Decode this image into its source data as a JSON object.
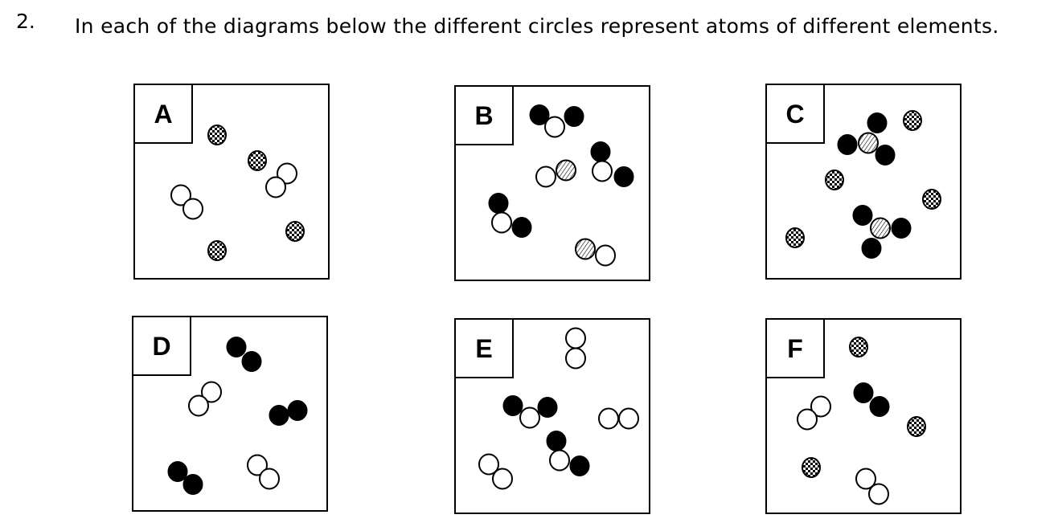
{
  "question": {
    "number": "2.",
    "text": "In each of the diagrams below the different circles represent atoms of different elements."
  },
  "atom_kinds": [
    "white",
    "black",
    "checkered",
    "hatched"
  ],
  "panels": [
    {
      "label": "A",
      "atoms": [
        "checkered",
        "checkered",
        "checkered",
        "checkered",
        "white",
        "white",
        "white",
        "white"
      ]
    },
    {
      "label": "B",
      "atoms": [
        "black",
        "black",
        "white",
        "black",
        "white",
        "black",
        "white",
        "hatched",
        "black",
        "white",
        "black",
        "hatched",
        "white"
      ]
    },
    {
      "label": "C",
      "atoms": [
        "black",
        "hatched",
        "black",
        "black",
        "checkered",
        "checkered",
        "checkered",
        "checkered",
        "black",
        "hatched",
        "black",
        "black"
      ]
    },
    {
      "label": "D",
      "atoms": [
        "black",
        "black",
        "white",
        "white",
        "black",
        "black",
        "black",
        "black",
        "white",
        "white"
      ]
    },
    {
      "label": "E",
      "atoms": [
        "white",
        "white",
        "black",
        "black",
        "white",
        "black",
        "white",
        "black",
        "white",
        "white",
        "white",
        "white"
      ]
    },
    {
      "label": "F",
      "atoms": [
        "checkered",
        "checkered",
        "checkered",
        "white",
        "white",
        "black",
        "black",
        "white",
        "white"
      ]
    }
  ]
}
